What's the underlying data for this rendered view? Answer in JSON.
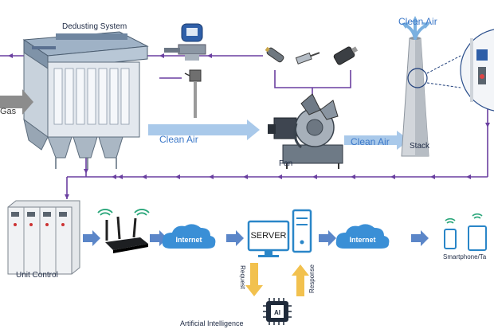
{
  "labels": {
    "dedusting": "Dedusting System",
    "gas": "Gas",
    "clean_air_1": "Clean Air",
    "clean_air_2": "Clean Air",
    "clean_air_top": "Clean Air",
    "fan": "Fan",
    "stack": "Stack",
    "unit_control": "Unit Control",
    "internet_1": "Internet",
    "internet_2": "Internet",
    "server": "SERVER",
    "request": "Request",
    "response": "Response",
    "ai_chip": "AI",
    "ai_label": "Artificial Intelligence",
    "smartphone": "Smartphone/Ta"
  },
  "colors": {
    "signal_line": "#6a3fa0",
    "clean_air_arrow": "#9dc3e6",
    "flow_arrow": "#4f7fc4",
    "cloud": "#3a8fd6",
    "req_resp_arrow": "#f2c14e",
    "server_border": "#2a86c8"
  }
}
